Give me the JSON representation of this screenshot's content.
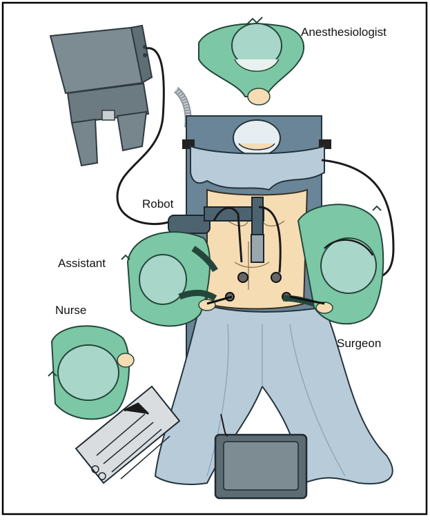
{
  "labels": {
    "anesthesiologist": "Anesthesiologist",
    "robot": "Robot",
    "assistant": "Assistant",
    "nurse": "Nurse",
    "surgeon": "Surgeon"
  },
  "colors": {
    "frame": "#000000",
    "scrubs_green": "#7cc7a6",
    "scrubs_green_dark": "#4fa585",
    "cap_teal": "#a8d6c8",
    "drape_blue": "#b8cbd9",
    "drape_blue_dark": "#8ea8bd",
    "table_slate": "#6a8597",
    "console_gray": "#7d8b92",
    "robot_arm": "#4e6370",
    "skin": "#f5dcb3",
    "tray": "#d9dde0"
  }
}
